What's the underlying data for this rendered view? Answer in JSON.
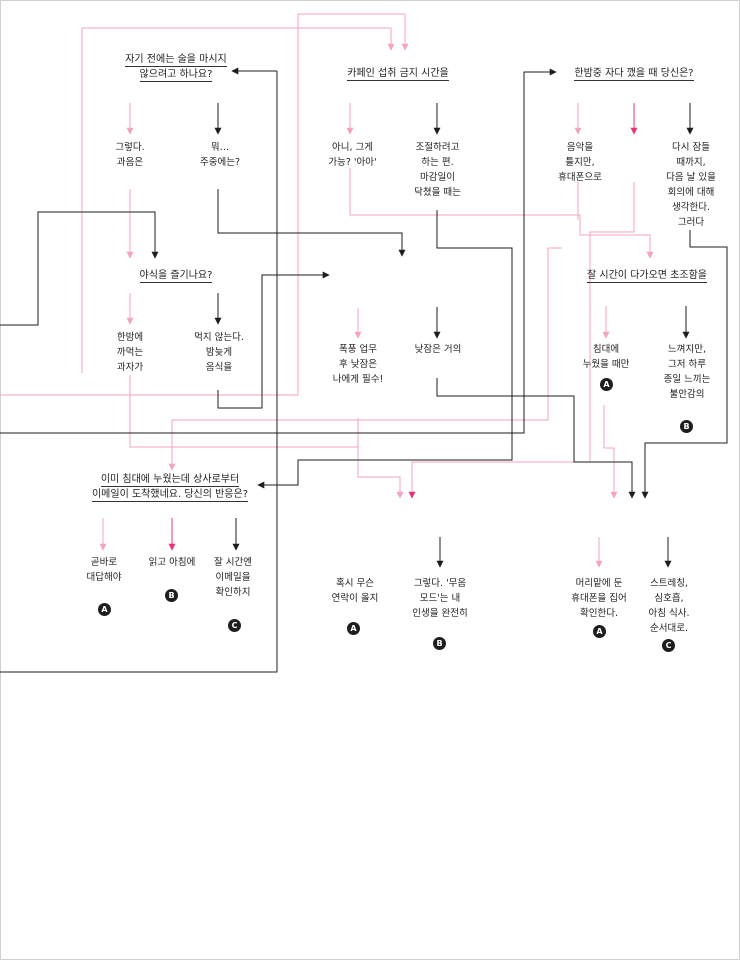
{
  "questions": {
    "q_drink": [
      "자기 전에는 술을 마시지",
      "않으려고 하나요?"
    ],
    "q_caffeine": "카페인 섭취 금지 시간을",
    "q_night_wake": "한밤중 자다 깼을 때 당신은?",
    "q_snack": "야식을 즐기나요?",
    "q_anxious": "잘 시간이 다가오면 초조함을",
    "q_email": [
      "이미 침대에 누웠는데 상사로부터",
      "이메일이 도착했네요. 당신의 반응은?"
    ]
  },
  "options": {
    "drink_yes": [
      "그렇다.",
      "과음은"
    ],
    "drink_no": [
      "뭐…",
      "주중에는?"
    ],
    "caffeine_no": [
      "아니, 그게",
      "가능? '아아'"
    ],
    "caffeine_adjust": [
      "조절하려고",
      "하는 편.",
      "마감일이",
      "닥쳤을 때는"
    ],
    "wake_music": [
      "음악을",
      "틀지만,",
      "휴대폰으로"
    ],
    "wake_think": [
      "다시 잠들",
      "때까지,",
      "다음 날 있을",
      "회의에 대해",
      "생각한다.",
      "그러다"
    ],
    "snack_yes": [
      "한밤에",
      "까먹는",
      "과자가"
    ],
    "snack_no": [
      "먹지 않는다.",
      "밤늦게",
      "음식을"
    ],
    "nap_essential": [
      "폭풍 업무",
      "후 낮잠은",
      "나에게 필수!"
    ],
    "nap_rare": "낮잠은 거의",
    "anx_lying": [
      "침대에",
      "누웠을 때만"
    ],
    "anx_feel": [
      "느껴지만,",
      "그저 하루",
      "종일 느끼는",
      "불안감의"
    ],
    "email_reply": [
      "곧바로",
      "대답해야"
    ],
    "email_morning": "읽고 아침에",
    "email_check": [
      "잘 시간엔",
      "이메일을",
      "확인하지"
    ]
  },
  "results": {
    "res_anyone": [
      "혹시 무슨",
      "연락이 올지"
    ],
    "res_silent": [
      "그렇다. '무음",
      "모드'는 내",
      "인생을 완전히"
    ],
    "res_pillow": [
      "머리맡에 둔",
      "휴대폰을 집어",
      "확인한다."
    ],
    "res_stretch": [
      "스트레칭,",
      "심호흡,",
      "아침 식사.",
      "순서대로."
    ]
  },
  "badges": {
    "anx_lying": "A",
    "anx_feel": "B",
    "email_reply": "A",
    "email_morning": "B",
    "email_check": "C",
    "res_anyone": "A",
    "res_silent": "B",
    "res_pillow": "A",
    "res_stretch": "C"
  },
  "colors": {
    "pink_line": "#f4a3c2",
    "magenta_arrow": "#e8357a",
    "black_line": "#1e1e1e",
    "badge_bg": "#1e1e1e",
    "border": "#d0d0d0"
  }
}
